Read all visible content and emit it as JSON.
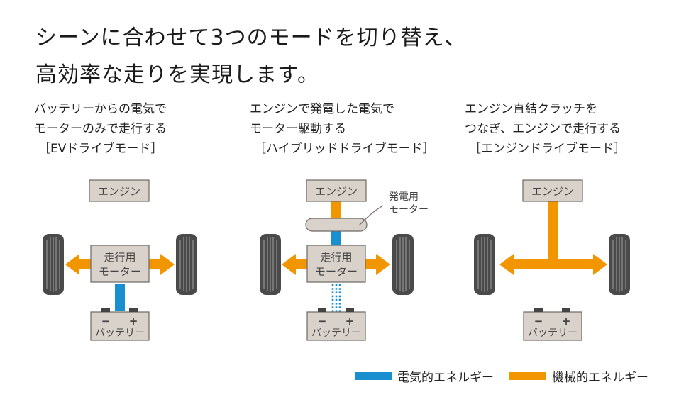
{
  "headline": {
    "line1": "シーンに合わせて3つのモードを切り替え、",
    "line2": "高効率な走りを実現します。"
  },
  "modes": [
    {
      "desc_line1": "バッテリーからの電気で",
      "desc_line2": "モーターのみで走行する",
      "name": "［EVドライブモード］",
      "engine_label": "エンジン",
      "motor_label_1": "走行用",
      "motor_label_2": "モーター",
      "battery_label": "バッテリー"
    },
    {
      "desc_line1": "エンジンで発電した電気で",
      "desc_line2": "モーター駆動する",
      "name": "［ハイブリッドドライブモード］",
      "engine_label": "エンジン",
      "generator_label_1": "発電用",
      "generator_label_2": "モーター",
      "motor_label_1": "走行用",
      "motor_label_2": "モーター",
      "battery_label": "バッテリー"
    },
    {
      "desc_line1": "エンジン直結クラッチを",
      "desc_line2": "つなぎ、エンジンで走行する",
      "name": "［エンジンドライブモード］",
      "engine_label": "エンジン",
      "battery_label": "バッテリー"
    }
  ],
  "battery_terminals": {
    "minus": "−",
    "plus": "+"
  },
  "legend": {
    "electric": {
      "label": "電気的エネルギー",
      "color": "#1a8fd0"
    },
    "mechanical": {
      "label": "機械的エネルギー",
      "color": "#f29600"
    }
  },
  "colors": {
    "box_fill": "#d9d2cb",
    "box_stroke": "#6e6864",
    "tire_fill": "#4a4a4a"
  }
}
